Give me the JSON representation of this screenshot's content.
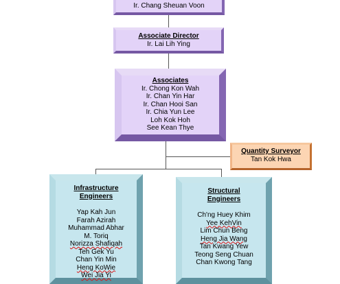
{
  "top_box": {
    "name": "Ir. Chang Sheuan Voon"
  },
  "associate_director": {
    "title": "Associate Director",
    "name": "Ir. Lai Lih Ying"
  },
  "associates": {
    "title": "Associates",
    "names": [
      "Ir. Chong Kon Wah",
      "Ir. Chan Yin Har",
      "Ir. Chan Hooi San",
      "Ir. Chia Yun Lee",
      "Loh Kok Hoh",
      "See Kean Thye"
    ]
  },
  "quantity_surveyor": {
    "title": "Quantity Surveyor",
    "name": "Tan Kok Hwa"
  },
  "infrastructure": {
    "title_line1": "Infrastructure",
    "title_line2": "Engineers",
    "names": [
      "Yap Kah Jun",
      "Farah Azirah",
      "Muhammad Abhar",
      "M. Toriq",
      "Norizza Shafiqah",
      "Teh Gek Yu",
      "Chan Yin Min",
      "Heng KoWie",
      "Wei Jia Yi"
    ]
  },
  "structural": {
    "title_line1": "Structural",
    "title_line2": "Engineers",
    "names": [
      "Ch'ng Huey Khim",
      "Yee KehVin",
      "Lim Chun Beng",
      "Heng Jia Wang",
      "Tan Kwang Yew",
      "Teong Seng Chuan",
      "Chan Kwong Tang"
    ]
  }
}
